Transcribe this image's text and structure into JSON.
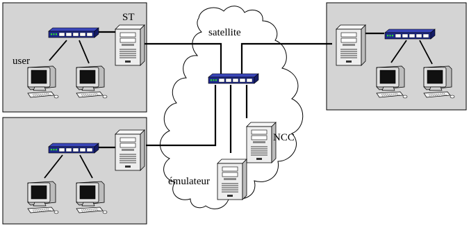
{
  "labels": {
    "st": "ST",
    "user": "user",
    "satellite": "satellite",
    "ncc": "NCC",
    "emulateur": "émulateur"
  },
  "colors": {
    "site_panel": "#d4d4d4",
    "cloud_fill": "#ffffff",
    "switch_body": "#1f2a8c",
    "switch_port": "#ffffff",
    "switch_led": "#2ddc2d",
    "tower_body": "#eeeeee",
    "monitor_body": "#e2e2e2",
    "link": "#000000"
  },
  "icons": {
    "switch": "network-switch-icon",
    "server": "server-tower-icon",
    "workstation": "desktop-computer-icon"
  }
}
